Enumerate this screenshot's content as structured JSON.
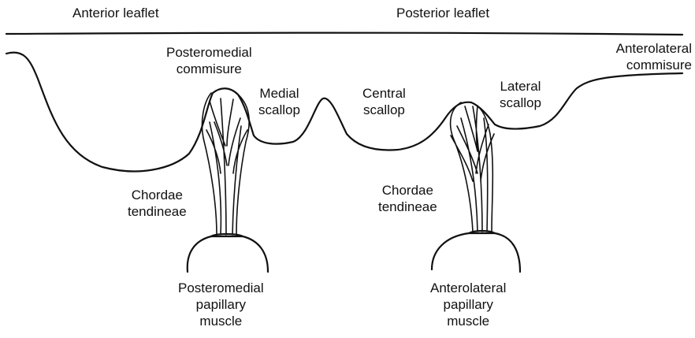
{
  "labels": {
    "anterior_leaflet": "Anterior leaflet",
    "posterior_leaflet": "Posterior leaflet",
    "anterolateral_commisure": [
      "Anterolateral",
      "commisure"
    ],
    "posteromedial_commisure": [
      "Posteromedial",
      "commisure"
    ],
    "medial_scallop": [
      "Medial",
      "scallop"
    ],
    "central_scallop": [
      "Central",
      "scallop"
    ],
    "lateral_scallop": [
      "Lateral",
      "scallop"
    ],
    "chordae_left": [
      "Chordae",
      "tendineae"
    ],
    "chordae_right": [
      "Chordae",
      "tendineae"
    ],
    "posteromedial_papillary": [
      "Posteromedial",
      "papillary",
      "muscle"
    ],
    "anterolateral_papillary": [
      "Anterolateral",
      "papillary",
      "muscle"
    ]
  }
}
